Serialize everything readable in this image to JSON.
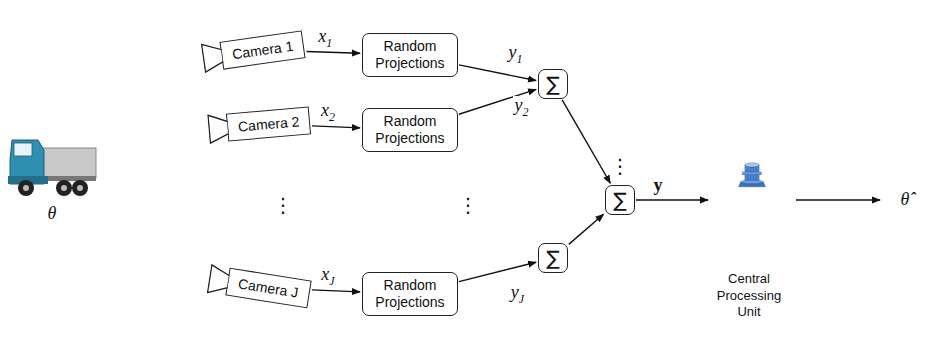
{
  "diagram": {
    "nodes": [
      {
        "text": [
          "Camera 1"
        ]
      },
      {
        "text": [
          "Camera 2"
        ]
      },
      {
        "text": [
          "Camera J"
        ]
      },
      {
        "text": [
          "Random Projections"
        ]
      },
      {
        "text": [
          "Random Projections"
        ]
      },
      {
        "text": [
          "Random Projections"
        ]
      },
      {
        "text": [
          "∑"
        ]
      },
      {
        "text": [
          "∑"
        ]
      },
      {
        "text": [
          "∑"
        ]
      },
      {
        "text": [
          "Central Processing Unit"
        ]
      }
    ],
    "edges": [
      {
        "from": 0,
        "to": 3,
        "arrow": "to",
        "label": "x1"
      },
      {
        "from": 1,
        "to": 4,
        "arrow": "to",
        "label": "x2"
      },
      {
        "from": 2,
        "to": 5,
        "arrow": "to",
        "label": "xJ"
      },
      {
        "from": 3,
        "to": 6,
        "arrow": "to",
        "label": "y1"
      },
      {
        "from": 4,
        "to": 6,
        "arrow": "to",
        "label": "y2"
      },
      {
        "from": 5,
        "to": 7,
        "arrow": "to",
        "label": "yJ"
      },
      {
        "from": 6,
        "to": 8,
        "arrow": "to"
      },
      {
        "from": 7,
        "to": 8,
        "arrow": "to"
      },
      {
        "from": 8,
        "to": 9,
        "arrow": "to",
        "label": "y"
      }
    ],
    "labels": [
      "θ",
      "⋮",
      "⋮",
      "⋮",
      "θ̂"
    ]
  }
}
